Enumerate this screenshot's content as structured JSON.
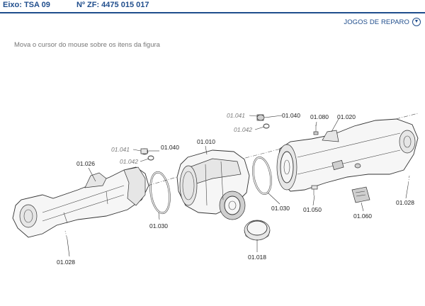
{
  "header": {
    "axle_label": "Eixo: TSA 09",
    "zf_number_label": "Nº ZF: 4475 015 017"
  },
  "kits_link": {
    "label": "JOGOS DE REPARO",
    "icon": "down-arrow-circle-icon"
  },
  "hint": "Mova o cursor do mouse sobre os itens da figura",
  "callouts": {
    "c01026": "01.026",
    "c01028_left": "01.028",
    "c01041_left": "01.041",
    "c01042_left": "01.042",
    "c01040_left": "01.040",
    "c01010": "01.010",
    "c01030_left": "01.030",
    "c01018": "01.018",
    "c01041_right": "01.041",
    "c01042_right": "01.042",
    "c01040_right": "01.040",
    "c01080": "01.080",
    "c01020": "01.020",
    "c01030_right": "01.030",
    "c01050": "01.050",
    "c01060": "01.060",
    "c01028_right": "01.028"
  },
  "colors": {
    "brand_blue": "#1f4d8c",
    "hint_gray": "#777777"
  }
}
